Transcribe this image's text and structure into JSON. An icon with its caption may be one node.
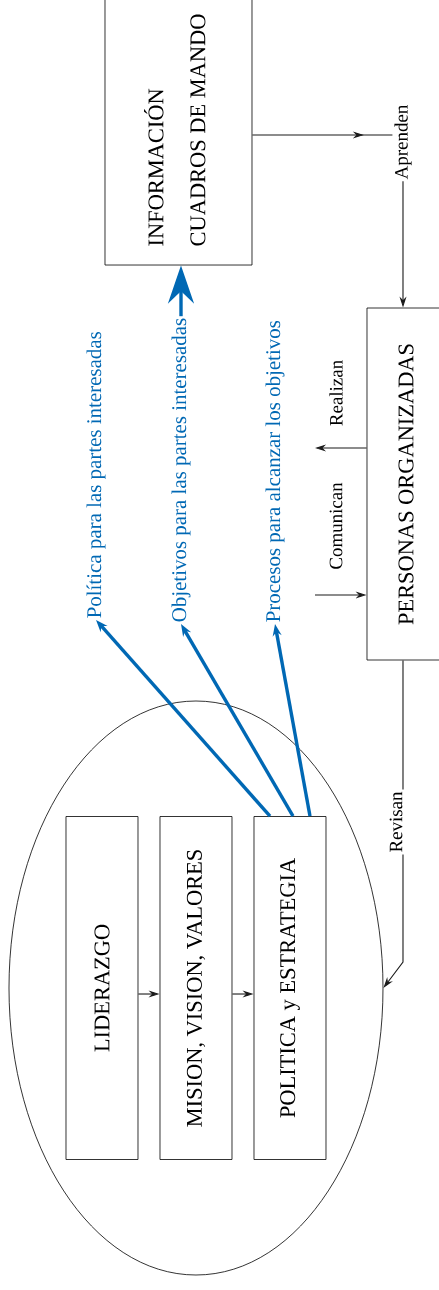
{
  "diagram": {
    "nodes": [
      {
        "text": [],
        "shape": "ellipse"
      },
      {
        "text": [
          "LIDERAZGO"
        ],
        "in": 0
      },
      {
        "text": [
          "MISION, VISION, VALORES"
        ],
        "in": 0
      },
      {
        "text": [
          "POLITICA y ESTRATEGIA"
        ],
        "in": 0
      },
      {
        "text": [
          "Política para las partes interesadas"
        ]
      },
      {
        "text": [
          "Objetivos para las partes interesadas"
        ]
      },
      {
        "text": [
          "Procesos para alcanzar los objetivos"
        ]
      },
      {
        "text": [
          "INFORMACIÓN",
          "CUADROS DE MANDO"
        ]
      },
      {
        "text": [
          "PERSONAS ORGANIZADAS"
        ]
      }
    ],
    "edges": [
      {
        "from": 1,
        "to": 2,
        "arrow": "to"
      },
      {
        "from": 2,
        "to": 3,
        "arrow": "to"
      },
      {
        "from": 3,
        "to": 4,
        "arrow": "to",
        "style": "thick",
        "color": "#0068b4"
      },
      {
        "from": 3,
        "to": 5,
        "arrow": "to",
        "style": "thick",
        "color": "#0068b4"
      },
      {
        "from": 3,
        "to": 6,
        "arrow": "to",
        "style": "thick",
        "color": "#0068b4"
      },
      {
        "from": 5,
        "to": 7,
        "arrow": "to",
        "style": "thick",
        "color": "#0068b4"
      },
      {
        "from": 7,
        "to": 8,
        "arrow": "to",
        "label": "Aprenden"
      },
      {
        "from": 8,
        "to": 0,
        "arrow": "to",
        "label": "Revisan"
      },
      {
        "from": null,
        "to": 8,
        "arrow": "to",
        "label": "Comunican"
      },
      {
        "from": 8,
        "to": null,
        "arrow": "to",
        "label": "Realizan"
      }
    ]
  }
}
